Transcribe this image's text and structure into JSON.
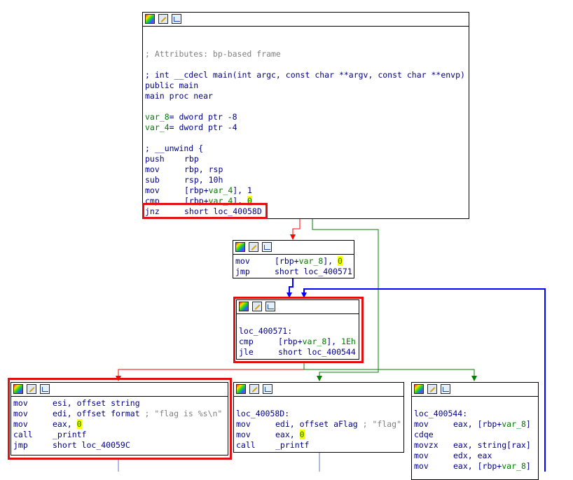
{
  "colors": {
    "edge_true": "#008000",
    "edge_false": "#ff0000",
    "edge_uncond": "#0000ff",
    "highlight": "#e01010"
  },
  "nodes": {
    "main": {
      "attributes_comment": "; Attributes: bp-based frame",
      "signature_comment": "; int __cdecl main(int argc, const char **argv, const char **envp)",
      "public_line": "public main",
      "proc_line": "main proc near",
      "var8_name": "var_8",
      "var8_rest": "= dword ptr -8",
      "var4_name": "var_4",
      "var4_rest": "= dword ptr -4",
      "unwind_comment": "; __unwind {",
      "instructions": [
        {
          "mnemonic": "push",
          "operand": "rbp"
        },
        {
          "mnemonic": "mov",
          "operand": "rbp, rsp"
        },
        {
          "mnemonic": "sub",
          "operand": "rsp, 10h"
        },
        {
          "mnemonic": "mov",
          "operand_pre": "[rbp+",
          "var": "var_4",
          "operand_post": "], 1"
        },
        {
          "mnemonic": "cmp",
          "operand_pre": "[rbp+",
          "var": "var_4",
          "operand_post": "], ",
          "hl": "0"
        },
        {
          "mnemonic": "jnz",
          "operand": "short loc_40058D"
        }
      ]
    },
    "init": {
      "instructions": [
        {
          "mnemonic": "mov",
          "operand_pre": "[rbp+",
          "var": "var_8",
          "operand_post": "], ",
          "hl": "0"
        },
        {
          "mnemonic": "jmp",
          "operand": "short loc_400571"
        }
      ]
    },
    "loop": {
      "label": "loc_400571:",
      "instructions": [
        {
          "mnemonic": "cmp",
          "operand_pre": "[rbp+",
          "var": "var_8",
          "operand_post": "], ",
          "num": "1Eh"
        },
        {
          "mnemonic": "jle",
          "operand": "short loc_400544"
        }
      ]
    },
    "print_flag": {
      "instructions": [
        {
          "mnemonic": "mov",
          "operand": "esi, offset string"
        },
        {
          "mnemonic": "mov",
          "operand": "edi, offset format",
          "comment": " ; \"flag is %s\\n\""
        },
        {
          "mnemonic": "mov",
          "operand": "eax, ",
          "hl": "0"
        },
        {
          "mnemonic": "call",
          "operand": "_printf"
        },
        {
          "mnemonic": "jmp",
          "operand": "short loc_40059C"
        }
      ]
    },
    "else_branch": {
      "label": "loc_40058D:",
      "instructions": [
        {
          "mnemonic": "mov",
          "operand": "edi, offset aFlag",
          "comment": " ; \"flag\""
        },
        {
          "mnemonic": "mov",
          "operand": "eax, ",
          "hl": "0"
        },
        {
          "mnemonic": "call",
          "operand": "_printf"
        }
      ]
    },
    "loop_body": {
      "label": "loc_400544:",
      "instructions": [
        {
          "mnemonic": "mov",
          "operand_pre": "eax, [rbp+",
          "var": "var_8",
          "operand_post": "]"
        },
        {
          "mnemonic": "cdqe",
          "operand": ""
        },
        {
          "mnemonic": "movzx",
          "operand": "eax, string[rax]"
        },
        {
          "mnemonic": "mov",
          "operand": "edx, eax"
        },
        {
          "mnemonic": "mov",
          "operand_pre": "eax, [rbp+",
          "var": "var_8",
          "operand_post": "]"
        }
      ]
    }
  }
}
